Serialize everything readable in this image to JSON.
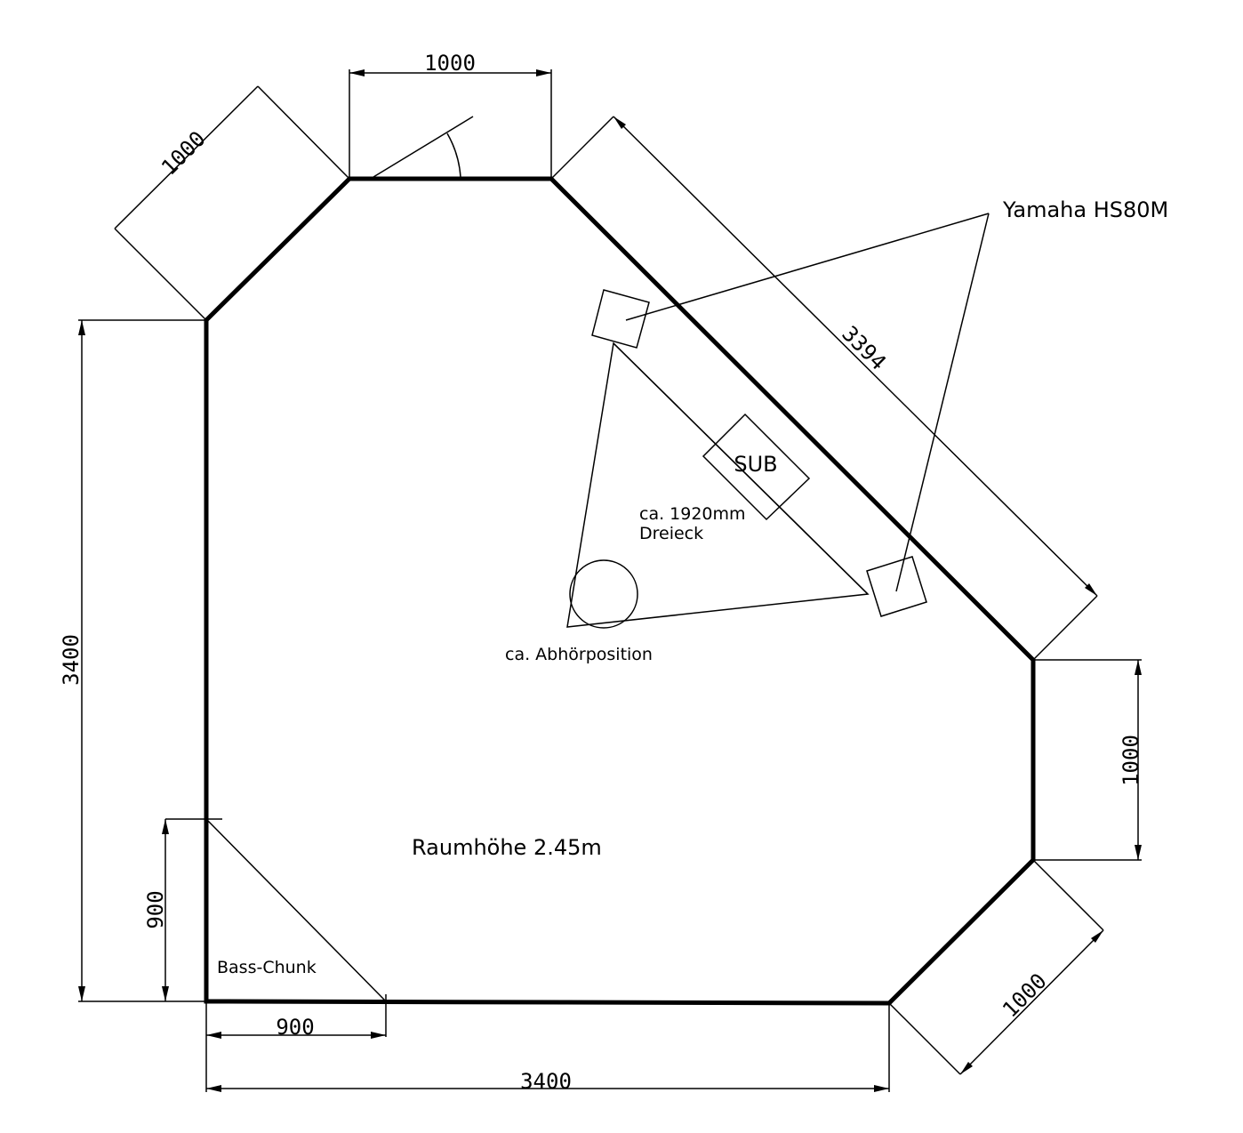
{
  "dimensions": {
    "top": "1000",
    "top_left_diagonal": "1000",
    "diagonal_right": "3394",
    "left": "3400",
    "right": "1000",
    "bottom_right_diagonal": "1000",
    "bottom": "3400",
    "bass_chunk_width": "900",
    "bass_chunk_height": "900"
  },
  "labels": {
    "speaker_model": "Yamaha HS80M",
    "subwoofer": "SUB",
    "triangle_line1": "ca. 1920mm",
    "triangle_line2": "Dreieck",
    "listening_position": "ca. Abhörposition",
    "room_height": "Raumhöhe 2.45m",
    "bass_chunk": "Bass-Chunk"
  }
}
